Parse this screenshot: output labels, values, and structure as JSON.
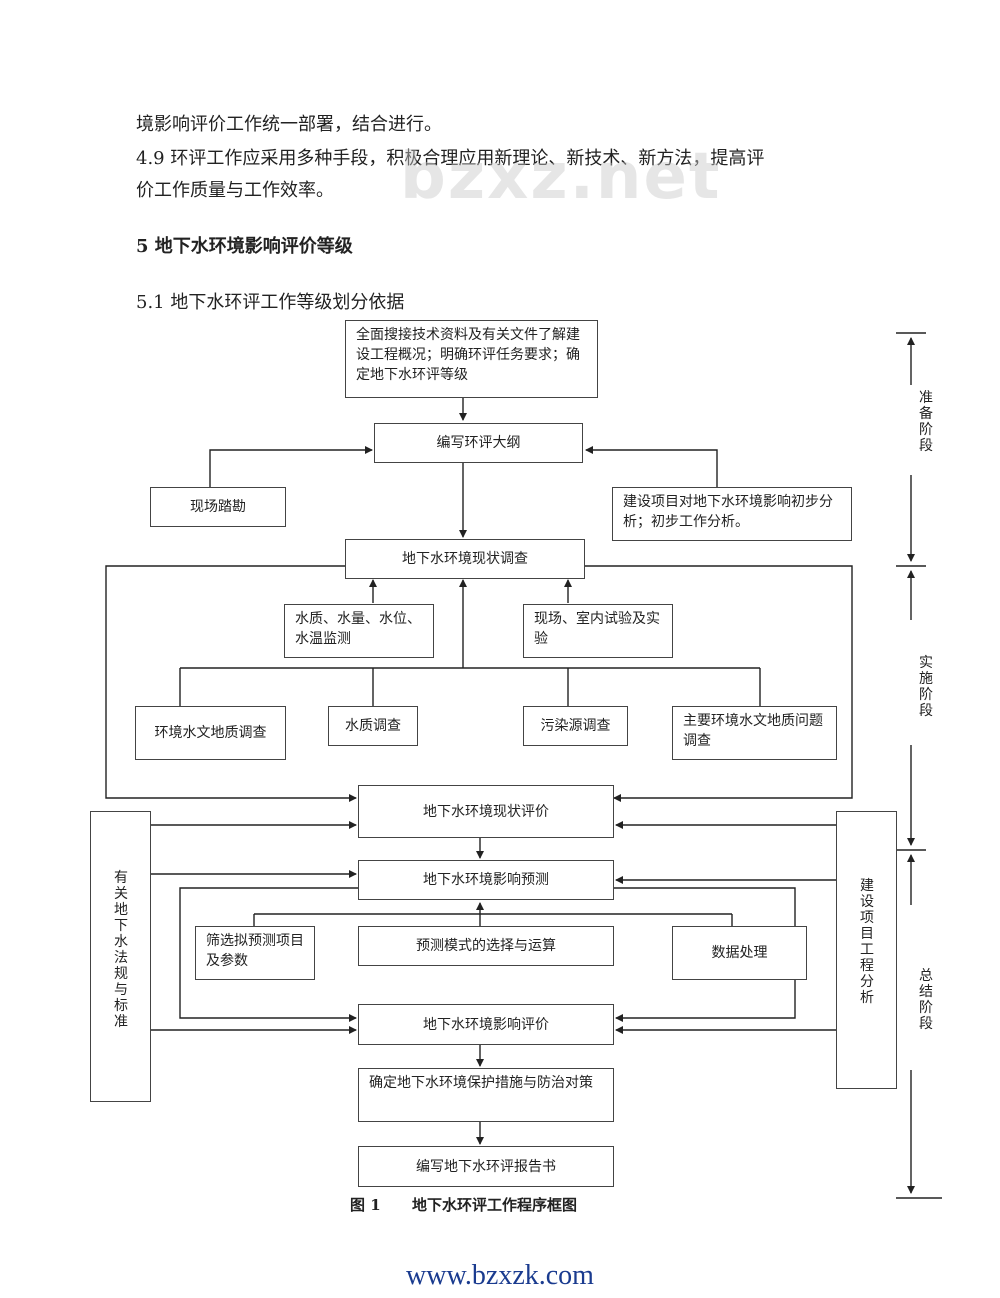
{
  "body": {
    "line1": "境影响评价工作统一部署，结合进行。",
    "line2": "4.9   环评工作应采用多种手段，积极合理应用新理论、新技术、新方法，提高评",
    "line3": "价工作质量与工作效率。",
    "section5": "5    地下水环境影响评价等级",
    "section51": "5.1   地下水环评工作等级划分依据"
  },
  "watermark": "bzxz.net",
  "flowchart": {
    "collect": "全面搜接技术资料及有关文件了解建设工程概况；明确环评任务要求；确定地下水环评等级",
    "outline": "编写环评大纲",
    "site_survey": "现场踏勘",
    "prelim": "建设项目对地下水环境影响初步分析；初步工作分析。",
    "status_survey": "地下水环境现状调查",
    "monitoring": "水质、水量、水位、水温监测",
    "lab": "现场、室内试验及实验",
    "hydrogeo": "环境水文地质调查",
    "water_quality": "水质调查",
    "pollution": "污染源调查",
    "problems": "主要环境水文地质问题调查",
    "status_eval": "地下水环境现状评价",
    "prediction": "地下水环境影响预测",
    "screening": "筛选拟预测项目及参数",
    "model": "预测模式的选择与运算",
    "data_proc": "数据处理",
    "impact_eval": "地下水环境影响评价",
    "measures": "确定地下水环境保护措施与防治对策",
    "report": "编写地下水环评报告书",
    "laws": "有关地下水法规与标准",
    "engineering": "建设项目工程分析",
    "stage_prep": "准备阶段",
    "stage_impl": "实施阶段",
    "stage_summary": "总结阶段"
  },
  "caption": "图 1      地下水环评工作程序框图",
  "footer": "www.bzxzk.com"
}
